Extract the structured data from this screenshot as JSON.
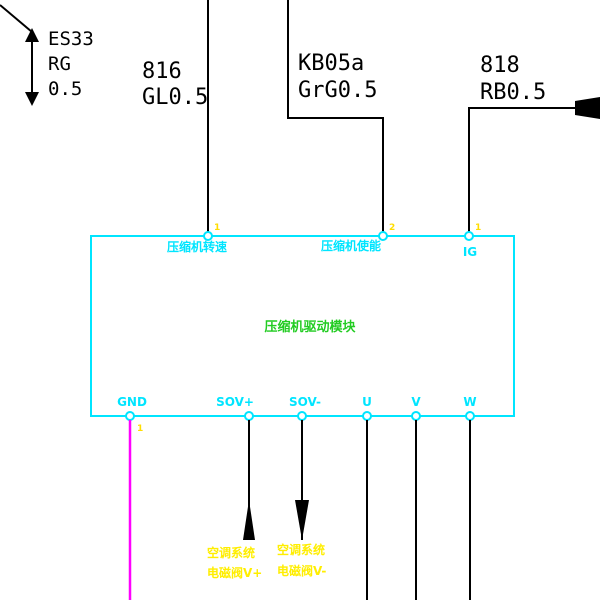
{
  "left_connector": {
    "code": "ES33",
    "color": "RG",
    "gauge": "0.5"
  },
  "wires_top": [
    {
      "id": "816",
      "spec": "GL0.5",
      "pin_label": "压缩机转速",
      "pin_no": "1"
    },
    {
      "id": "KB05a",
      "spec": "GrG0.5",
      "pin_label": "压缩机使能",
      "pin_no": "2"
    },
    {
      "id": "818",
      "spec": "RB0.5",
      "pin_label": "IG",
      "pin_no": "1"
    }
  ],
  "module": {
    "title": "压缩机驱动模块"
  },
  "bottom_pins": [
    {
      "label": "GND",
      "pin_no": "1"
    },
    {
      "label": "SOV+"
    },
    {
      "label": "SOV-"
    },
    {
      "label": "U"
    },
    {
      "label": "V"
    },
    {
      "label": "W"
    }
  ],
  "notes": [
    {
      "line1": "空调系统",
      "line2": "电磁阀V+"
    },
    {
      "line1": "空调系统",
      "line2": "电磁阀V-"
    }
  ],
  "colors": {
    "module_outline": "#00e5ff",
    "gnd_wire": "#ff00ff",
    "pin_label": "#00e5ff",
    "module_title": "#22cc22",
    "note_text": "#ffee00"
  }
}
